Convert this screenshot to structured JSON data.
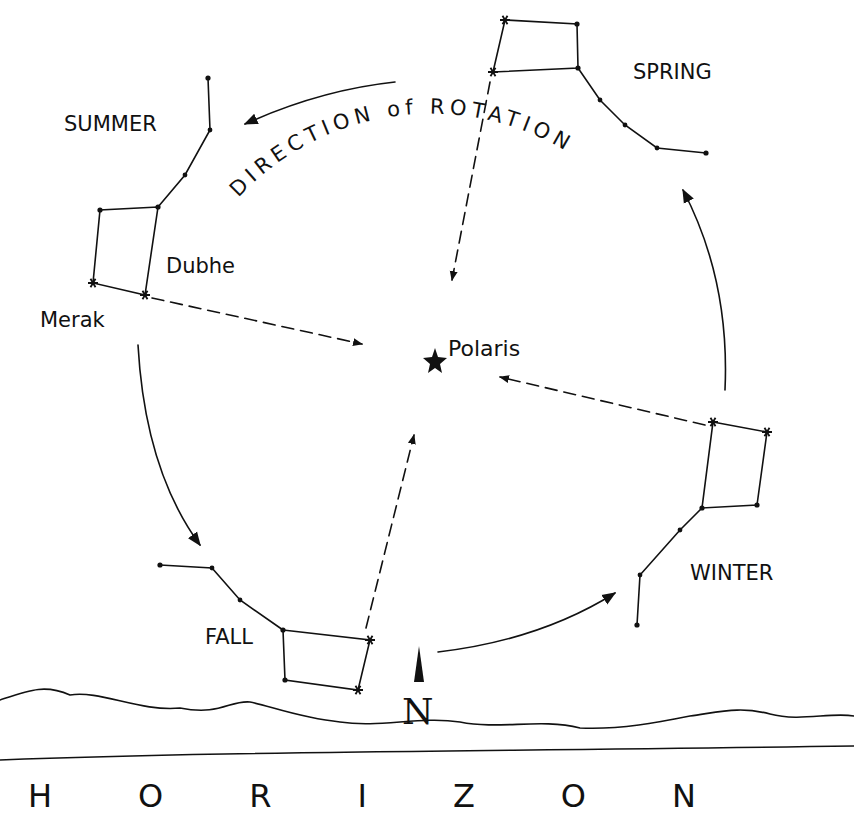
{
  "diagram": {
    "labels": [
      "SPRING",
      "SUMMER",
      "DIRECTION of ROTATION",
      "Dubhe",
      "Merak",
      "Polaris",
      "WINTER",
      "FALL",
      "N",
      "HORIZON"
    ]
  }
}
